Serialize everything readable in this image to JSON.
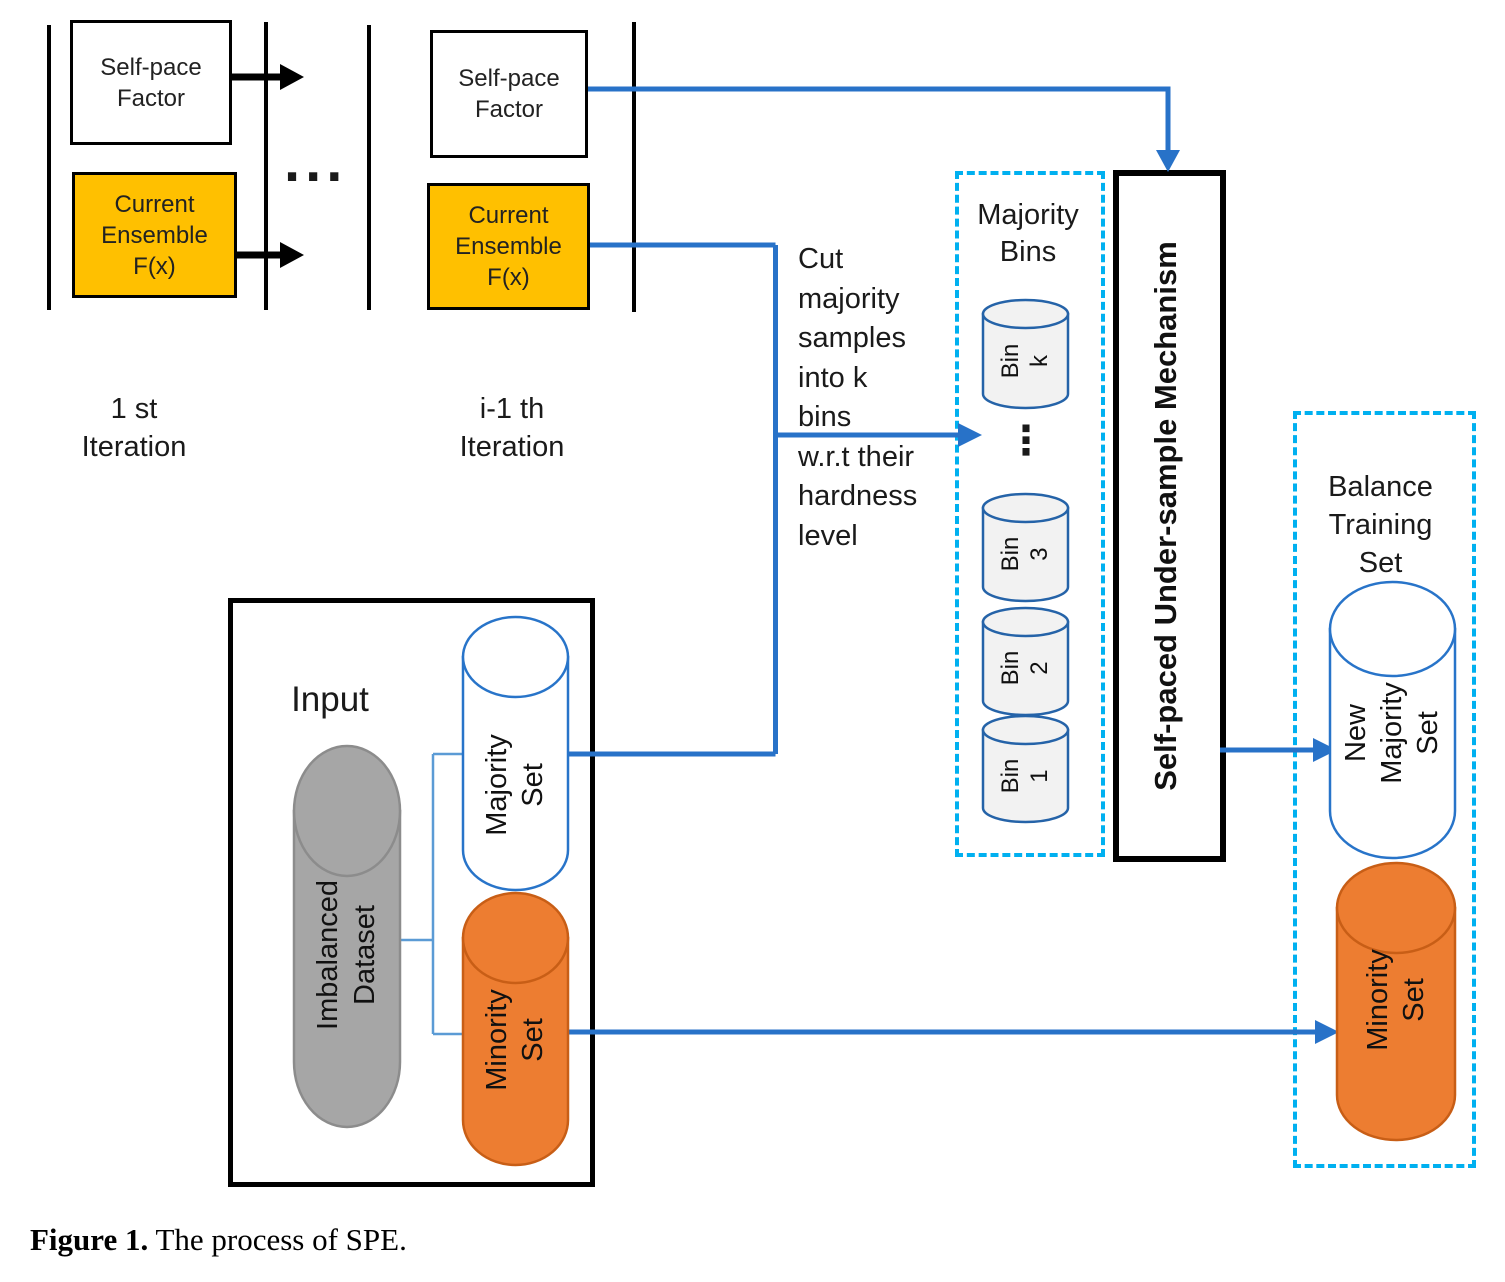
{
  "colors": {
    "accent_blue": "#2872C8",
    "light_blue": "#5B9BD5",
    "cyan": "#00B0F0",
    "gold": "#FFC000",
    "orange": "#ED7D31",
    "orange_border": "#C85E16",
    "gray": "#A6A6A6",
    "gray_border": "#8C8C8C",
    "bin_fill": "#F2F2F2",
    "bin_stroke": "#2563A8",
    "white_cyl_stroke": "#2874C9"
  },
  "iterations": {
    "first": {
      "self_pace": "Self-pace\nFactor",
      "ensemble": "Current\nEnsemble\nF(x)",
      "label": "1 st\nIteration"
    },
    "previous": {
      "self_pace": "Self-pace\nFactor",
      "ensemble": "Current\nEnsemble\nF(x)",
      "label": "i-1 th\nIteration"
    },
    "ellipsis_horizontal": "...",
    "ellipsis_vertical": "⋮"
  },
  "cut_note": "Cut\nmajority\nsamples\ninto k\nbins\nw.r.t their\nhardness\nlevel",
  "majority_bins": {
    "title": "Majority\nBins",
    "bins": [
      "Bin\nk",
      "Bin\n3",
      "Bin\n2",
      "Bin\n1"
    ]
  },
  "mechanism": {
    "label": "Self-paced Under-sample Mechanism"
  },
  "balance_set": {
    "title": "Balance\nTraining\nSet",
    "new_majority": "New\nMajority\nSet",
    "minority": "Minority\nSet"
  },
  "input": {
    "title": "Input",
    "dataset": "Imbalanced\nDataset",
    "majority": "Majority\nSet",
    "minority": "Minority\nSet"
  },
  "caption": {
    "tag": "Figure 1.",
    "text": " The process of SPE."
  }
}
